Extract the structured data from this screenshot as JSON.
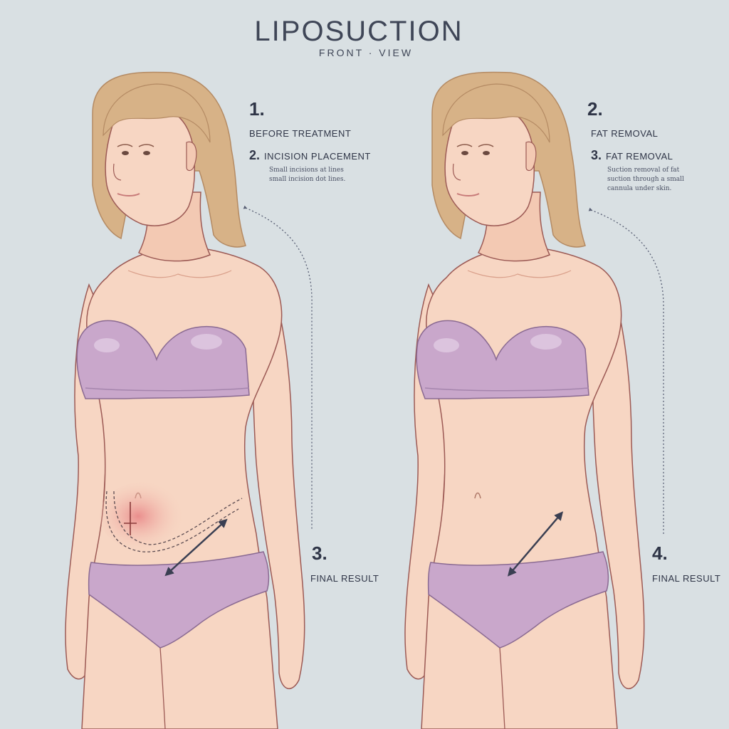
{
  "title": "LIPOSUCTION",
  "subtitle": "FRONT · VIEW",
  "colors": {
    "background": "#d9e0e3",
    "skin": "#f7d6c3",
    "skin_shadow": "#eab9a0",
    "outline": "#9c5a55",
    "hair": "#d7b287",
    "garment": "#c9a7cb",
    "inflamed_area": "#e98a8a",
    "text": "#2f3547"
  },
  "figures": [
    {
      "name": "left-figure",
      "step_number": "1.",
      "step_label": "BEFORE TREATMENT",
      "sub_number": "2.",
      "sub_label": "INCISION PLACEMENT",
      "note_lines": [
        "Small incisions at lines",
        "small incision dot lines."
      ],
      "bottom_number": "3.",
      "bottom_label": "FINAL RESULT"
    },
    {
      "name": "right-figure",
      "step_number": "2.",
      "step_label": "FAT REMOVAL",
      "sub_number": "3.",
      "sub_label": "FAT REMOVAL",
      "note_lines": [
        "Suction removal of fat",
        "suction through a small",
        "cannula under skin."
      ],
      "bottom_number": "4.",
      "bottom_label": "FINAL RESULT"
    }
  ]
}
